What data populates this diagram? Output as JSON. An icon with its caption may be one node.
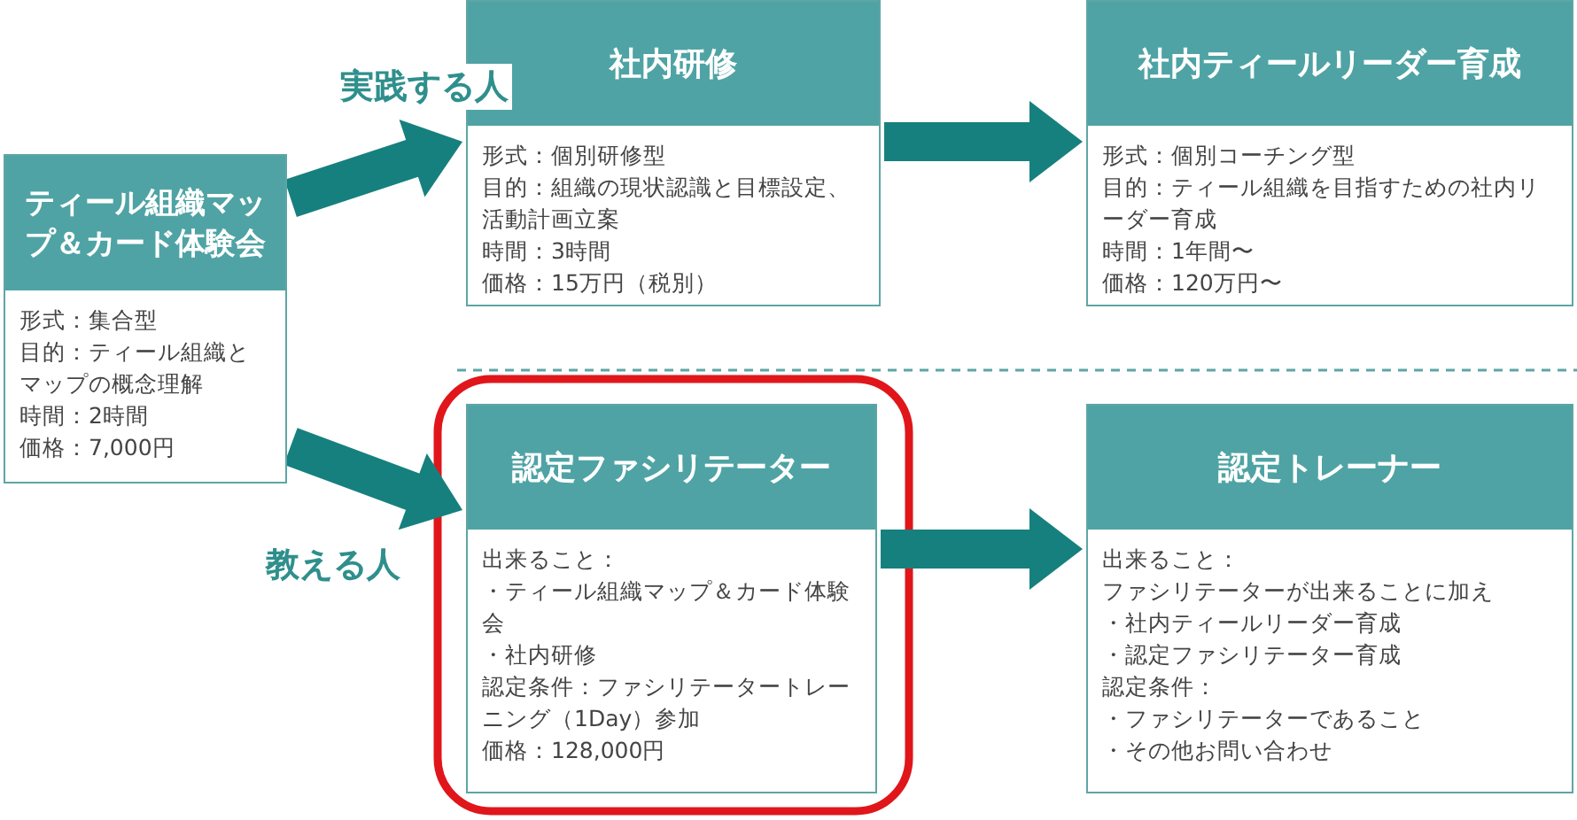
{
  "diagram": {
    "nodes": [
      {
        "text": [
          "ティール組織マップ＆カード体験会",
          "形式：集合型",
          "目的：ティール組織とマップの概念理解",
          "時間：2時間",
          "価格：7,000円"
        ]
      },
      {
        "text": [
          "社内研修",
          "形式：個別研修型",
          "目的：組織の現状認識と目標設定、活動計画立案",
          "時間：3時間",
          "価格：15万円（税別）"
        ]
      },
      {
        "text": [
          "社内ティールリーダー育成",
          "形式：個別コーチング型",
          "目的：ティール組織を目指すための社内リーダー育成",
          "時間：1年間〜",
          "価格：120万円〜"
        ]
      },
      {
        "text": [
          "認定ファシリテーター",
          "出来ること：",
          "・ティール組織マップ＆カード体験会",
          "・社内研修",
          "認定条件：ファシリテータートレーニング（1Day）参加",
          "価格：128,000円"
        ]
      },
      {
        "text": [
          "認定トレーナー",
          "出来ること：",
          "ファシリテーターが出来ることに加え",
          "・社内ティールリーダー育成",
          "・認定ファシリテーター育成",
          "認定条件：",
          "・ファシリテーターであること",
          "・その他お問い合わせ"
        ]
      }
    ],
    "edges": [
      {
        "from": 0,
        "to": 1,
        "arrow": "to",
        "label": "実践する人"
      },
      {
        "from": 0,
        "to": 3,
        "arrow": "to",
        "label": "教える人"
      },
      {
        "from": 1,
        "to": 2,
        "arrow": "to"
      },
      {
        "from": 3,
        "to": 4,
        "arrow": "to"
      }
    ]
  }
}
